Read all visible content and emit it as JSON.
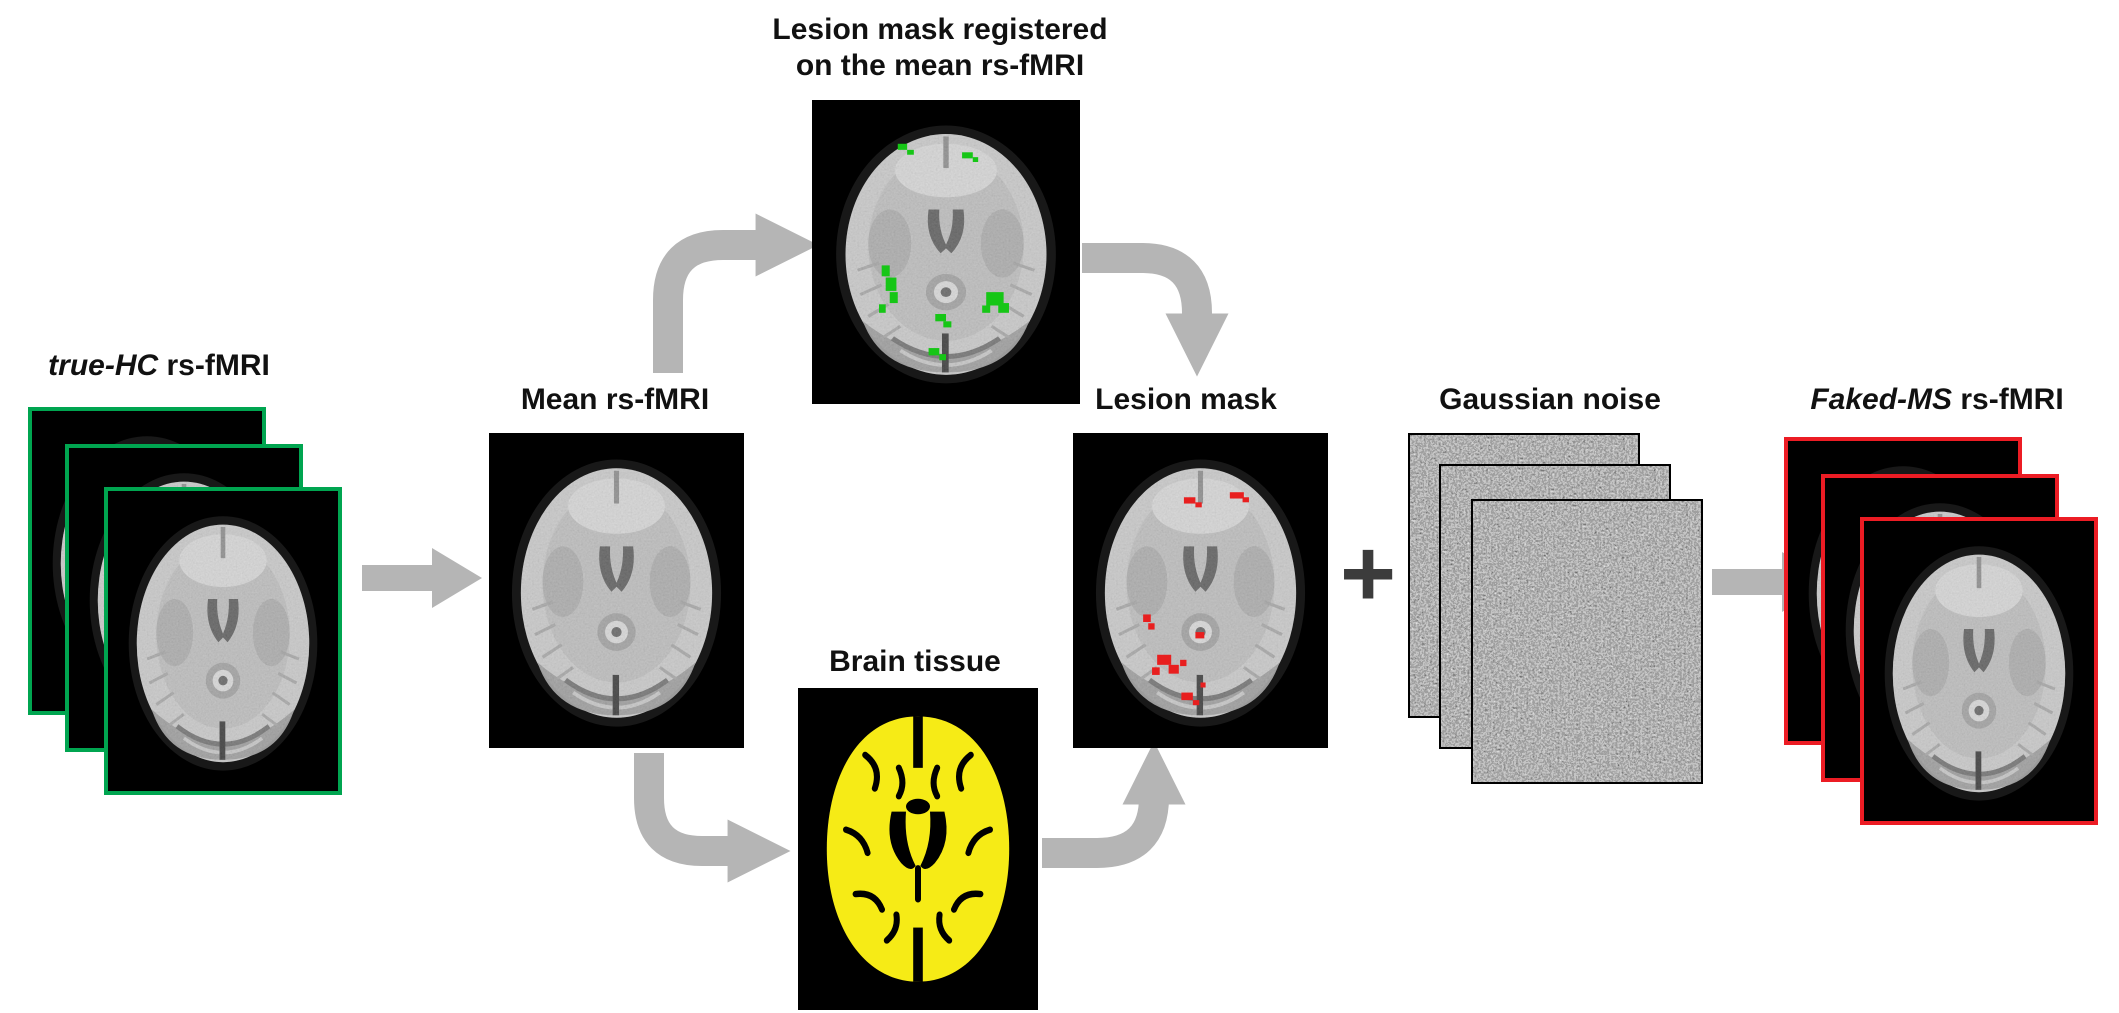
{
  "figure": {
    "arrow_color": "#b5b5b5",
    "plus_sign": "+",
    "plus_color": "#3c3c3c",
    "stages": {
      "true_hc": {
        "label_em": "true-HC",
        "label_rest": " rs-fMRI",
        "frame_color": "#00A550",
        "frame_count": 3
      },
      "mean": {
        "label": "Mean rs-fMRI"
      },
      "lesion_registered": {
        "label_line1": "Lesion mask registered",
        "label_line2": "on the mean rs-fMRI",
        "lesion_color": "#16c616"
      },
      "brain_tissue": {
        "label": "Brain tissue",
        "tissue_color": "#f6eb16"
      },
      "lesion_mask": {
        "label": "Lesion mask",
        "lesion_color": "#e81f1f"
      },
      "gaussian_noise": {
        "label": "Gaussian noise",
        "frame_count": 3
      },
      "faked_ms": {
        "label_em": "Faked-MS",
        "label_rest": " rs-fMRI",
        "frame_color": "#EC1C24",
        "frame_count": 3
      }
    }
  }
}
